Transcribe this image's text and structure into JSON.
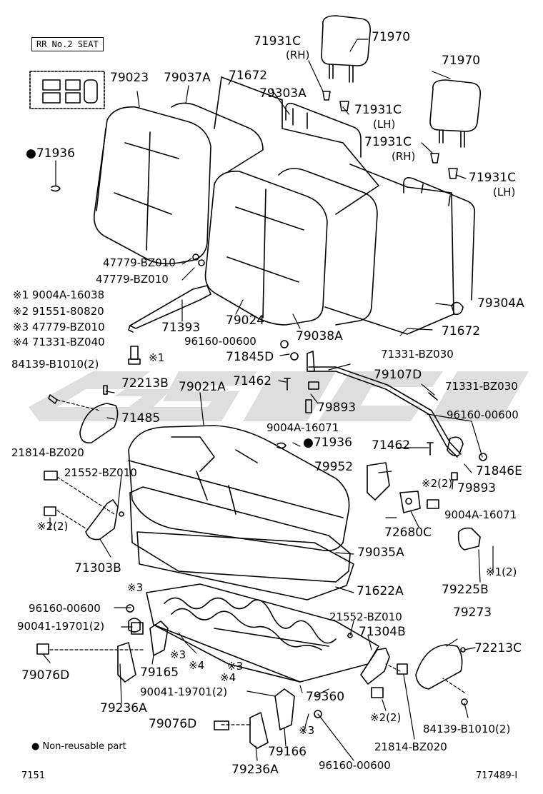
{
  "header": {
    "seat_box": "RR No.2 SEAT"
  },
  "labels": {
    "p71970_a": "71970",
    "p71931c_rh_a": "71931C",
    "rh_a": "(RH)",
    "p79023": "79023",
    "p79037a": "79037A",
    "p71672_top": "71672",
    "p79303a": "79303A",
    "p71931c_lh_a": "71931C",
    "lh_a": "(LH)",
    "p71970_b": "71970",
    "p71931c_rh_b": "71931C",
    "rh_b": "(RH)",
    "p71931c_lh_b": "71931C",
    "lh_b": "(LH)",
    "p71936_top": "●71936",
    "p47779_a": "47779-BZ010",
    "p47779_b": "47779-BZ010",
    "note1": "※1  9004A-16038",
    "note2": "※2  91551-80820",
    "note3": "※3  47779-BZ010",
    "note4": "※4  71331-BZ040",
    "p71393": "71393",
    "p79024": "79024",
    "p79304a": "79304A",
    "p71672_bot": "71672",
    "p79038a": "79038A",
    "p96160_a": "96160-00600",
    "x1_a": "※1",
    "p71845d": "71845D",
    "p71331_a": "71331-BZ030",
    "p84139_a": "84139-B1010(2)",
    "p72213b": "72213B",
    "p79021a": "79021A",
    "p71462_a": "71462",
    "p79107d": "79107D",
    "p71331_b": "71331-BZ030",
    "p79893_a": "79893",
    "p71485": "71485",
    "p96160_b": "96160-00600",
    "p9004a_a": "9004A-16071",
    "p71936_mid": "●71936",
    "p71462_b": "71462",
    "p21814_a": "21814-BZ020",
    "p21552_a": "21552-BZ010",
    "p79952": "79952",
    "p71846e": "71846E",
    "p79893_b": "79893",
    "x2_b": "※2(2)",
    "p9004a_b": "9004A-16071",
    "x2_a": "※2(2)",
    "p72680c": "72680C",
    "p71303b": "71303B",
    "p79035a": "79035A",
    "x1_b": "※1(2)",
    "p71622a": "71622A",
    "p79225b": "79225B",
    "x3_a": "※3",
    "p96160_c": "96160-00600",
    "p21552_b": "21552-BZ010",
    "p79273": "79273",
    "p90041_a": "90041-19701(2)",
    "p71304b": "71304B",
    "x3_b": "※3",
    "x4_a": "※4",
    "p72213c": "72213C",
    "p79076d_a": "79076D",
    "p79165": "79165",
    "x3_c": "※3",
    "x4_b": "※4",
    "p90041_b": "90041-19701(2)",
    "p79360": "79360",
    "p79236a_a": "79236A",
    "x2_c": "※2(2)",
    "p84139_b": "84139-B1010(2)",
    "p79076d_b": "79076D",
    "x3_d": "※3",
    "p21814_b": "21814-BZ020",
    "p79166": "79166",
    "p96160_d": "96160-00600",
    "p79236a_b": "79236A",
    "legend": "●  Non-reusable part",
    "footer_left": "7151",
    "footer_right": "717489-I"
  },
  "watermark": {
    "color": "#c8c8c8"
  }
}
